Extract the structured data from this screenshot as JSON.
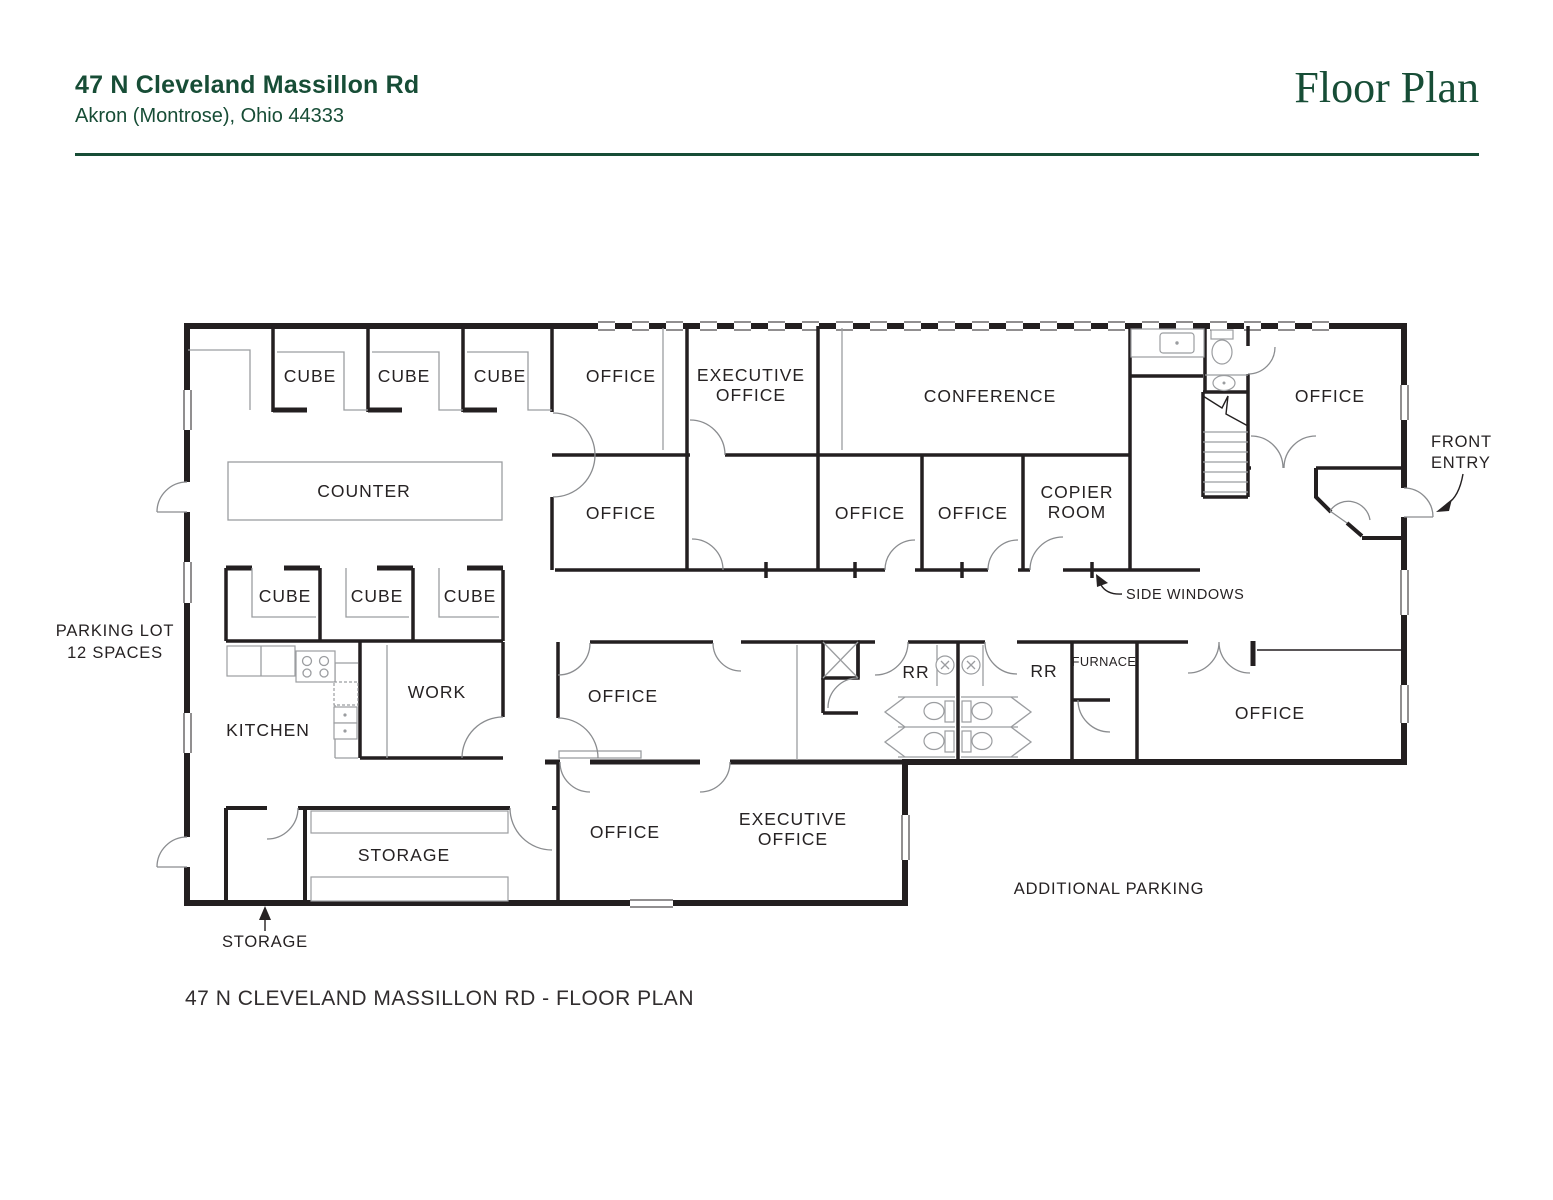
{
  "header": {
    "address_line1": "47 N Cleveland Massillon Rd",
    "address_line2": "Akron (Montrose), Ohio 44333",
    "doc_title": "Floor Plan"
  },
  "rooms": {
    "cube": "CUBE",
    "office": "OFFICE",
    "executive_line1": "EXECUTIVE",
    "executive_line2": "OFFICE",
    "conference": "CONFERENCE",
    "copier_line1": "COPIER",
    "copier_line2": "ROOM",
    "counter": "COUNTER",
    "kitchen": "KITCHEN",
    "work": "WORK",
    "storage": "STORAGE",
    "restroom": "RR",
    "furnace": "FURNACE"
  },
  "annotations": {
    "parking_line1": "PARKING LOT",
    "parking_line2": "12 SPACES",
    "front_entry_line1": "FRONT",
    "front_entry_line2": "ENTRY",
    "side_windows": "SIDE WINDOWS",
    "additional_parking": "ADDITIONAL PARKING",
    "storage_callout": "STORAGE"
  },
  "caption": "47 N CLEVELAND MASSILLON RD - FLOOR PLAN",
  "colors": {
    "accent": "#174d36",
    "wall": "#231f20",
    "thin-line": "#9b9da0",
    "door-line": "#8a8c8f"
  }
}
